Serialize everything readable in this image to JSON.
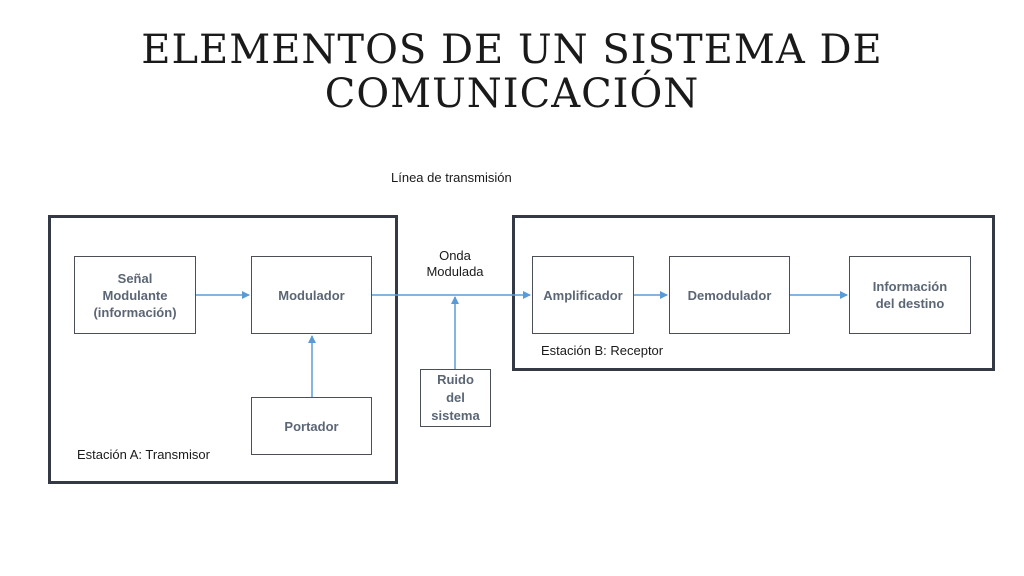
{
  "title": {
    "line1": "ELEMENTOS DE UN SISTEMA DE",
    "line2": "COMUNICACIÓN"
  },
  "labels": {
    "transmission_line": "Línea de transmisión",
    "wave_line1": "Onda",
    "wave_line2": "Modulada",
    "station_a": "Estación A: Transmisor",
    "station_b": "Estación B: Receptor"
  },
  "blocks": {
    "modulating_signal": [
      "Señal",
      "Modulante",
      "(información)"
    ],
    "modulator": "Modulador",
    "carrier": "Portador",
    "noise": [
      "Ruido",
      "del",
      "sistema"
    ],
    "amplifier": "Amplificador",
    "demodulator": "Demodulador",
    "destination": [
      "Información",
      "del destino"
    ]
  },
  "colors": {
    "arrow": "#5b9bd5",
    "station_border": "#333a46",
    "block_text": "#5b6675"
  }
}
